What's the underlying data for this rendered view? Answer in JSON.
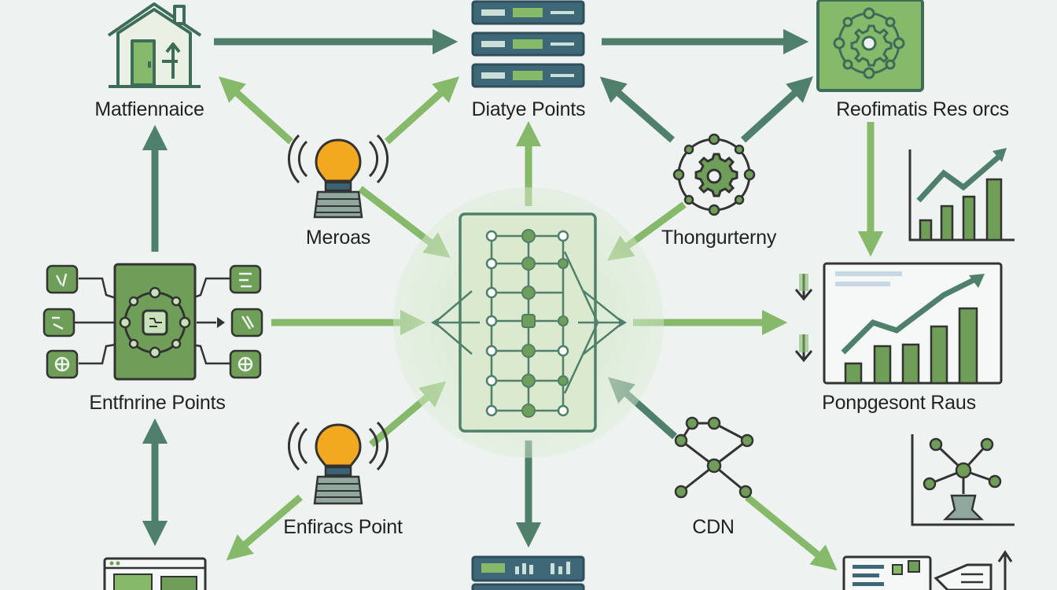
{
  "colors": {
    "background": "#eef3f1",
    "dark_teal": "#4f806b",
    "light_green": "#86b96a",
    "node_fill": "#6f9e58",
    "panel_fill": "#dbe9cf",
    "bulb": "#f3a91f",
    "text": "#222222"
  },
  "labels": {
    "maintenance": "Matfiennaice",
    "data_points": "Diatye Points",
    "resources": "Reofimatis Res orcs",
    "meroas": "Meroas",
    "thongurterny": "Thongurterny",
    "entry_points": "Entfnrine Points",
    "performance": "Ponpgesont Raus",
    "enfiracs_point": "Enfiracs Point",
    "cdn": "CDN"
  },
  "icons": {
    "maintenance": "house-icon",
    "data_points": "server-rack-icon",
    "resources": "gear-network-icon",
    "meroas": "light-bulb-signal-icon",
    "thongurterny": "gear-cycle-icon",
    "entry_points": "circuit-board-icon",
    "performance": "growth-chart-icon",
    "enfiracs_point": "light-bulb-signal-icon",
    "cdn": "network-nodes-icon",
    "hub": "central-network-grid-icon"
  }
}
